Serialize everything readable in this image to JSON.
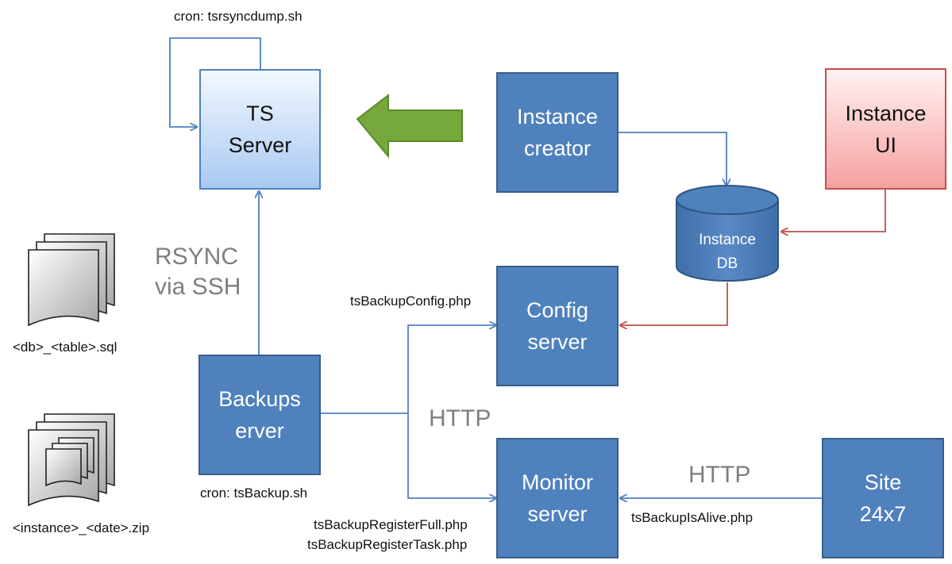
{
  "nodes": {
    "ts_server": [
      "TS",
      "Server"
    ],
    "instance_creator": [
      "Instance",
      "creator"
    ],
    "instance_ui": [
      "Instance",
      "UI"
    ],
    "instance_db": [
      "Instance",
      "DB"
    ],
    "config_server": [
      "Config",
      "server"
    ],
    "backup_server": [
      "Backups",
      "erver"
    ],
    "monitor_server": [
      "Monitor",
      "server"
    ],
    "site24x7": [
      "Site",
      "24x7"
    ]
  },
  "labels": {
    "cron_ts": "cron: tsrsyncdump.sh",
    "rsync": [
      "RSYNC",
      "via SSH"
    ],
    "sql_file": "<db>_<table>.sql",
    "zip_file": "<instance>_<date>.zip",
    "backup_config": "tsBackupConfig.php",
    "http_mid": "HTTP",
    "cron_backup": "cron: tsBackup.sh",
    "register_full": "tsBackupRegisterFull.php",
    "register_task": "tsBackupRegisterTask.php",
    "http_right": "HTTP",
    "is_alive": "tsBackupIsAlive.php"
  },
  "colors": {
    "box_fill": "#4f81bd",
    "box_border": "#385d8a",
    "arrow_blue": "#4f81bd",
    "arrow_red": "#c0504d",
    "arrow_green": "#77a83b"
  },
  "icons": [
    "sql-documents-icon",
    "zip-documents-icon",
    "green-left-arrow-icon"
  ]
}
